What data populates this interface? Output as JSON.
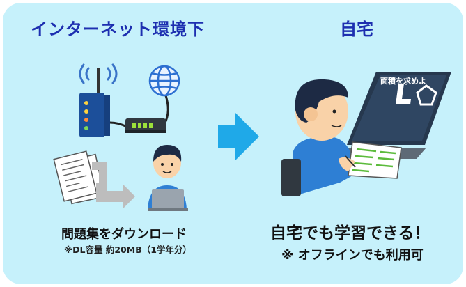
{
  "left": {
    "heading": "インターネット環境下",
    "caption": "問題集をダウンロード",
    "note": "※DL容量 約20MB（1学年分）"
  },
  "right": {
    "heading": "自宅",
    "caption": "自宅でも学習できる！",
    "note": "※ オフラインでも利用可",
    "screen_text": "面積を求めよ"
  },
  "colors": {
    "background": "#c6f1fb",
    "heading": "#1d2fb0",
    "arrow": "#1fa9e8",
    "router": "#1c4f9a",
    "shirt": "#2e7fd4"
  },
  "icons": [
    "wifi-signal-icon",
    "globe-icon",
    "router-icon",
    "modem-icon",
    "document-icon",
    "arrow-right-icon",
    "laptop-icon",
    "person-icon",
    "tablet-icon",
    "l-shape-icon",
    "pentagon-icon"
  ]
}
